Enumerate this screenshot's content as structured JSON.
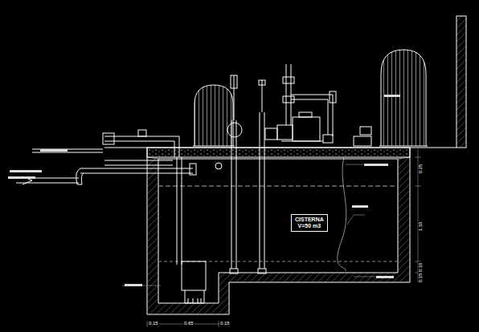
{
  "diagram": {
    "nodes": [
      {
        "text": [
          "CISTERNA",
          "V=50 m3"
        ]
      }
    ],
    "labels": [
      "0.15",
      "0.65",
      "0.15",
      "0.25",
      "1.10",
      "0.10",
      "0.15"
    ]
  }
}
